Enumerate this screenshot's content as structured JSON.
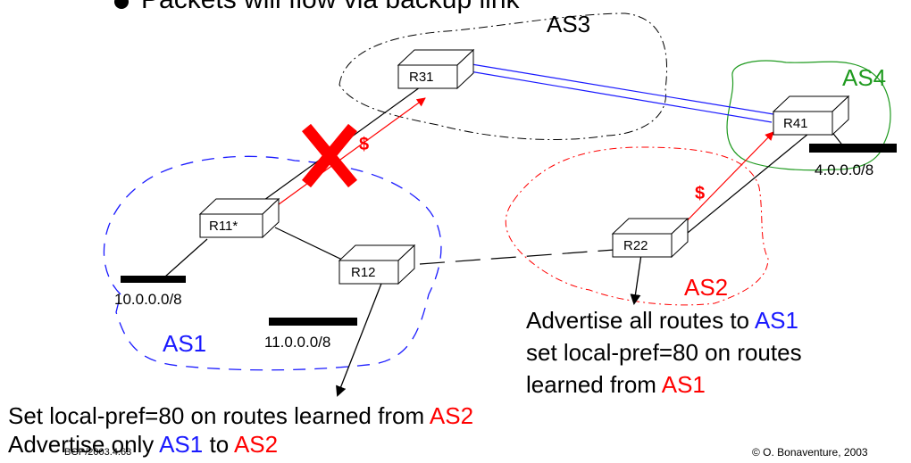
{
  "slide": {
    "bullet_text": "Packets will flow via backup link",
    "footer_left": "BGP/2003.4.63",
    "footer_right": "© O. Bonaventure, 2003"
  },
  "colors": {
    "as1": "#1a1aff",
    "as2": "#ff0000",
    "as3": "#000000",
    "as4": "#1f9a1f",
    "backup_link": "#1a1aff",
    "packet_flow": "#ff0000"
  },
  "ases": [
    {
      "id": "as1",
      "label": "AS1"
    },
    {
      "id": "as2",
      "label": "AS2"
    },
    {
      "id": "as3",
      "label": "AS3"
    },
    {
      "id": "as4",
      "label": "AS4"
    }
  ],
  "routers": [
    {
      "id": "r31",
      "label": "R31"
    },
    {
      "id": "r41",
      "label": "R41"
    },
    {
      "id": "r11",
      "label": "R11*"
    },
    {
      "id": "r12",
      "label": "R12"
    },
    {
      "id": "r22",
      "label": "R22"
    }
  ],
  "prefixes": [
    {
      "id": "p10",
      "label": "10.0.0.0/8"
    },
    {
      "id": "p11",
      "label": "11.0.0.0/8"
    },
    {
      "id": "p4",
      "label": "4.0.0.0/8"
    }
  ],
  "money_markers": [
    "$",
    "$"
  ],
  "failed_link_icon": "cross-icon",
  "r22_note": {
    "line1_prefix": "Advertise all routes to ",
    "line1_as": "AS1",
    "line2": "set local-pref=80 on routes",
    "line3_prefix": "learned from ",
    "line3_as": "AS1"
  },
  "r12_note": {
    "line1_prefix": "Set local-pref=80 on routes  learned from ",
    "line1_as": "AS2",
    "line2_prefix": "Advertise only ",
    "line2_as1": "AS1",
    "line2_mid": " to ",
    "line2_as2": "AS2"
  }
}
